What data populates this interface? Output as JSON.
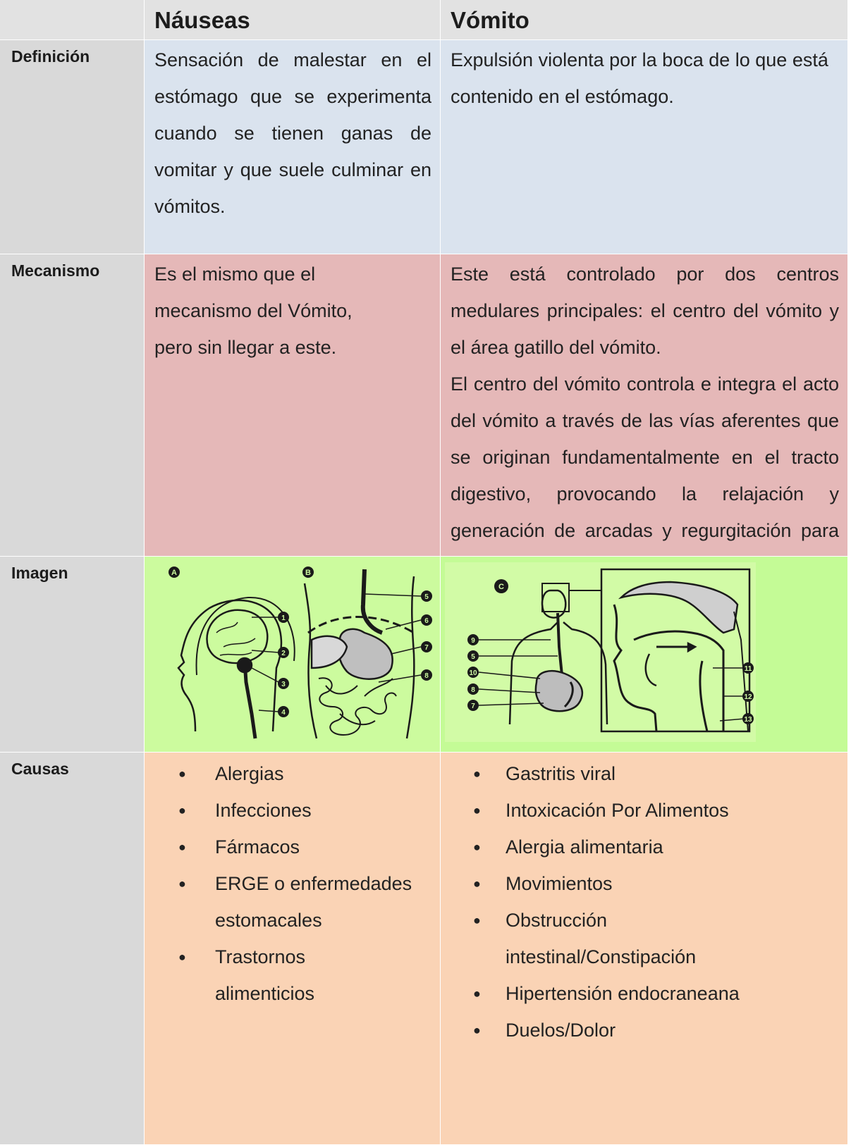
{
  "header": {
    "col1": "Náuseas",
    "col2": "Vómito"
  },
  "rows": {
    "definicion": {
      "label": "Definición",
      "nauseas": "Sensación de malestar en el estómago que se experimenta cuando se tienen ganas de vomitar y que suele culminar en vómitos.",
      "vomito": "Expulsión violenta por la boca de lo que está contenido en el estómago."
    },
    "mecanismo": {
      "label": "Mecanismo",
      "nauseas": "Es el mismo que el mecanismo del Vómito, pero sin llegar a este.",
      "vomito_p1": "Este está controlado por dos centros medulares principales: el centro del vómito y el área gatillo del vómito.",
      "vomito_p2": "El centro del vómito controla e integra el acto del vómito a través de las vías aferentes que se originan fundamentalmente en el tracto digestivo, provocando la relajación y generación de arcadas y regurgitación para finalmente la expulsión"
    },
    "imagen": {
      "label": "Imagen",
      "panel_a_letter": "A",
      "panel_b_letter": "B",
      "panel_c_letter": "C",
      "markers_left": [
        "1",
        "2",
        "3",
        "4",
        "5",
        "6",
        "7",
        "8"
      ],
      "markers_right": [
        "9",
        "5",
        "10",
        "8",
        "7",
        "11",
        "12",
        "13"
      ]
    },
    "causas": {
      "label": "Causas",
      "bullet": "●",
      "nauseas": [
        "Alergias",
        "Infecciones",
        "Fármacos",
        "ERGE o enfermedades estomacales",
        "Trastornos alimenticios"
      ],
      "vomito": [
        "Gastritis viral",
        "Intoxicación Por Alimentos",
        "Alergia alimentaria",
        "Movimientos",
        "Obstrucción intestinal/Constipación",
        "Hipertensión endocraneana",
        "Duelos/Dolor"
      ]
    }
  },
  "colors": {
    "definicion_bg": "#dae3ee",
    "mecanismo_bg": "#e5b8b8",
    "causas_bg": "#fad3b5",
    "imagen_bg": "#ccfb9e",
    "label_bg": "#d9d9d9"
  }
}
